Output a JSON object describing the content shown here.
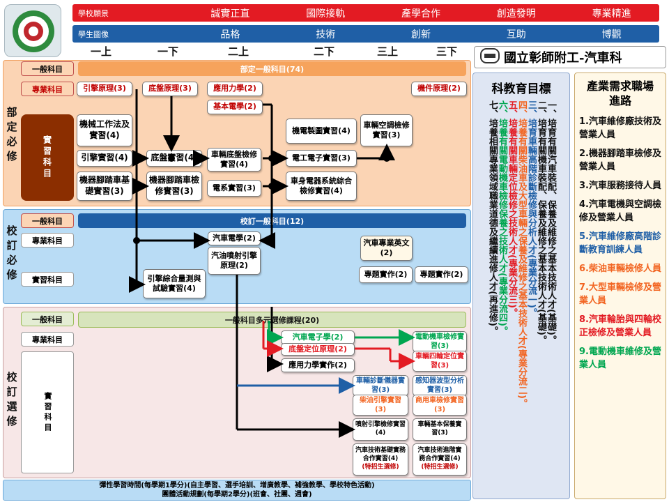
{
  "header": {
    "vision_label": "學校願景",
    "vision_items": [
      "誠實正直",
      "國際接軌",
      "產學合作",
      "創造發明",
      "專業精進"
    ],
    "portrait_label": "學生圖像",
    "portrait_items": [
      "品格",
      "技術",
      "創新",
      "互助",
      "博觀"
    ],
    "semesters": [
      "一上",
      "一下",
      "二上",
      "二下",
      "三上",
      "三下"
    ],
    "school_title": "國立彰師附工-汽車科"
  },
  "colors": {
    "red": "#e31b23",
    "blue": "#1f5fa6",
    "green": "#00a650",
    "orange": "#f26522"
  },
  "section1": {
    "side_label": "部定必修",
    "general_label": "一般科目",
    "general_bar": "部定一般科目(74)",
    "professional_label": "專業科目",
    "practice_label": "實習科目",
    "courses": {
      "engine_principle": "引擎原理(3)",
      "chassis_principle": "底盤原理(3)",
      "applied_mechanics": "應用力學(2)",
      "basic_electricity": "基本電學(2)",
      "machine_principle": "機件原理(2)",
      "machining_lab": "機械工作法及實習(4)",
      "engine_lab": "引擎實習(4)",
      "chassis_lab": "底盤實習(4)",
      "chassis_inspect": "車輛底盤檢修實習(4)",
      "drafting_lab": "機電製圖實習(4)",
      "ac_lab": "車輛空調檢修實習(3)",
      "electronics_lab": "電工電子實習(3)",
      "moto_basic": "機器腳踏車基礎實習(3)",
      "moto_inspect": "機器腳踏車檢修實習(3)",
      "power_lab": "電系實習(3)",
      "body_electric": "車身電器系統綜合檢修實習(4)"
    }
  },
  "section2": {
    "side_label": "校訂必修",
    "general_label": "一般科目",
    "general_bar": "校訂一般科目(12)",
    "professional_label": "專業科目",
    "practice_label": "實習科目",
    "courses": {
      "auto_electric": "汽車電學(2)",
      "fuel_injection": "汽油噴射引擎原理(2)",
      "auto_english": "汽車專業英文(2)",
      "engine_measure": "引擎綜合量測與試驗實習(4)",
      "project1": "專題實作(2)",
      "project2": "專題實作(2)"
    }
  },
  "section3": {
    "side_label": "校訂選修",
    "general_label": "一般科目",
    "general_bar": "一般科目多元選修課程(20)",
    "professional_label": "專業科目",
    "practice_label": "實習科目",
    "courses": {
      "auto_electronics": "汽車電子學(2)",
      "chassis_positioning": "底盤定位原理(2)",
      "applied_mech_practice": "應用力學實作(2)",
      "ev_inspect": "電動機車檢修實習(3)",
      "wheel_alignment": "車輛四輪定位實習(3)",
      "diag_instrument": "車輛診斷儀器實習(3)",
      "diesel_engine": "柴油引擎實習(3)",
      "sensor_wave": "感知器波型分析實習(3)",
      "commercial_vehicle": "商用車檢修實習(3)",
      "paint_inspect": "噴射引擎檢修實習(4)",
      "vehicle_basic_care": "車輛基本保養實習(3)",
      "tech_basic_coop": "汽車技術基礎實務合作實習(4)",
      "tech_basic_note": "(特招生選修)",
      "tech_adv_coop": "汽車技術進階實務合作實習(4)",
      "tech_adv_note": "(特招生選修)"
    }
  },
  "footer": {
    "line1": "彈性學習時間(每學期1學分)(自主學習、選手培訓、增廣教學、補強教學、學校特色活動)",
    "line2": "團體活動規劃(每學期2學分)(班會、社團、週會)"
  },
  "goals": {
    "title": "科教育目標",
    "items": [
      {
        "text": "一、培育有關汽車裝配、保養及維修之基本技術人才(基礎)。",
        "color": "#111111"
      },
      {
        "text": "二、培育有關機車裝配、保養及維修之基本技術人才(基礎)。",
        "color": "#111111"
      },
      {
        "text": "三、培育車輛高階診斷檢修與分析人才(專業分流一)。",
        "color": "#1f5fa6"
      },
      {
        "text": "四、培養有關柴油車及大型車輛之保養及維修之基本技術人才(專業分流二)。",
        "color": "#f26522"
      },
      {
        "text": "五、培養有關車輛定位檢修之技術人才(專業分流三)。",
        "color": "#e31b23"
      },
      {
        "text": "六、培養有關電動機車檢修保養之技術人才(專業分流四)。",
        "color": "#00a650"
      },
      {
        "text": "七、培養相關專業領域職業道德及繼續進修人才(再進修)。",
        "color": "#111111"
      }
    ]
  },
  "careers": {
    "title": "產業需求職場進路",
    "items": [
      {
        "text": "1.汽車維修廠技術及營業人員",
        "color": "#111111"
      },
      {
        "text": "2.機器腳踏車檢修及營業人員",
        "color": "#111111"
      },
      {
        "text": "3.汽車服務接待人員",
        "color": "#111111"
      },
      {
        "text": "4.汽車電機與空調檢修及營業人員",
        "color": "#111111"
      },
      {
        "text": "5.汽車維修廠高階診斷教育訓練人員",
        "color": "#1f5fa6"
      },
      {
        "text": "6.柴油車輛檢修人員",
        "color": "#f26522"
      },
      {
        "text": "7.大型車輛檢修及營業人員",
        "color": "#f26522"
      },
      {
        "text": "8.汽車輪胎與四輪校正檢修及營業人員",
        "color": "#e31b23"
      },
      {
        "text": "9.電動機車維修及營業人員",
        "color": "#00a650"
      }
    ]
  }
}
